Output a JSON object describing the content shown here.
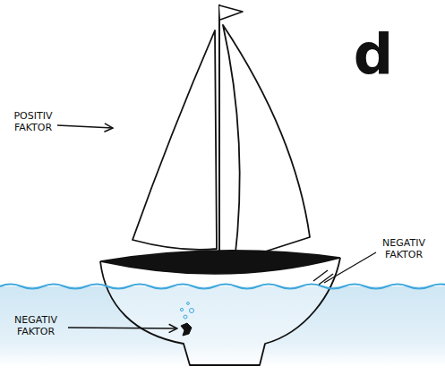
{
  "diagram": {
    "labels": [
      "d",
      "POSITIV FAKTOR",
      "NEGATIV FAKTOR",
      "NEGATIV FAKTOR"
    ]
  }
}
